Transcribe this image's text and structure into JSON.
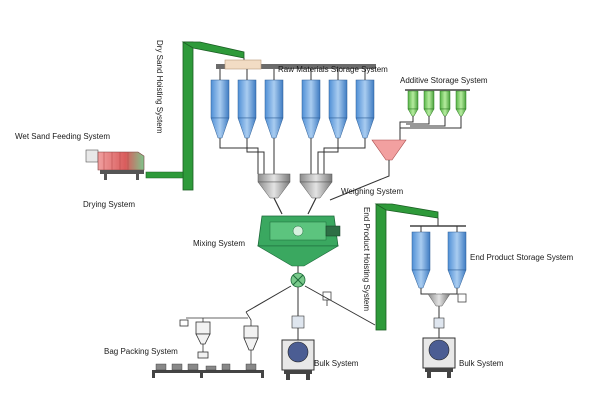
{
  "labels": {
    "raw_materials_storage": "Raw Materials Storage System",
    "additive_storage": "Additive Storage System",
    "wet_sand_feeding": "Wet Sand Feeding System",
    "drying": "Drying System",
    "dry_sand_hoisting": "Dry Sand Hoisting System",
    "weighing": "Weighing System",
    "mixing": "Mixing System",
    "end_product_hoisting": "End Product Hoisting System",
    "end_product_storage": "End Product Storage System",
    "bag_packing": "Bag Packing System",
    "bulk_1": "Bulk System",
    "bulk_2": "Bulk System"
  },
  "colors": {
    "silo_blue": "#7fb1e3",
    "silo_dark": "#3f7cc2",
    "additive_green": "#7ed36a",
    "elevator_green": "#2e9a3a",
    "dryer_red": "#e06a6a",
    "pipe": "#333333"
  }
}
